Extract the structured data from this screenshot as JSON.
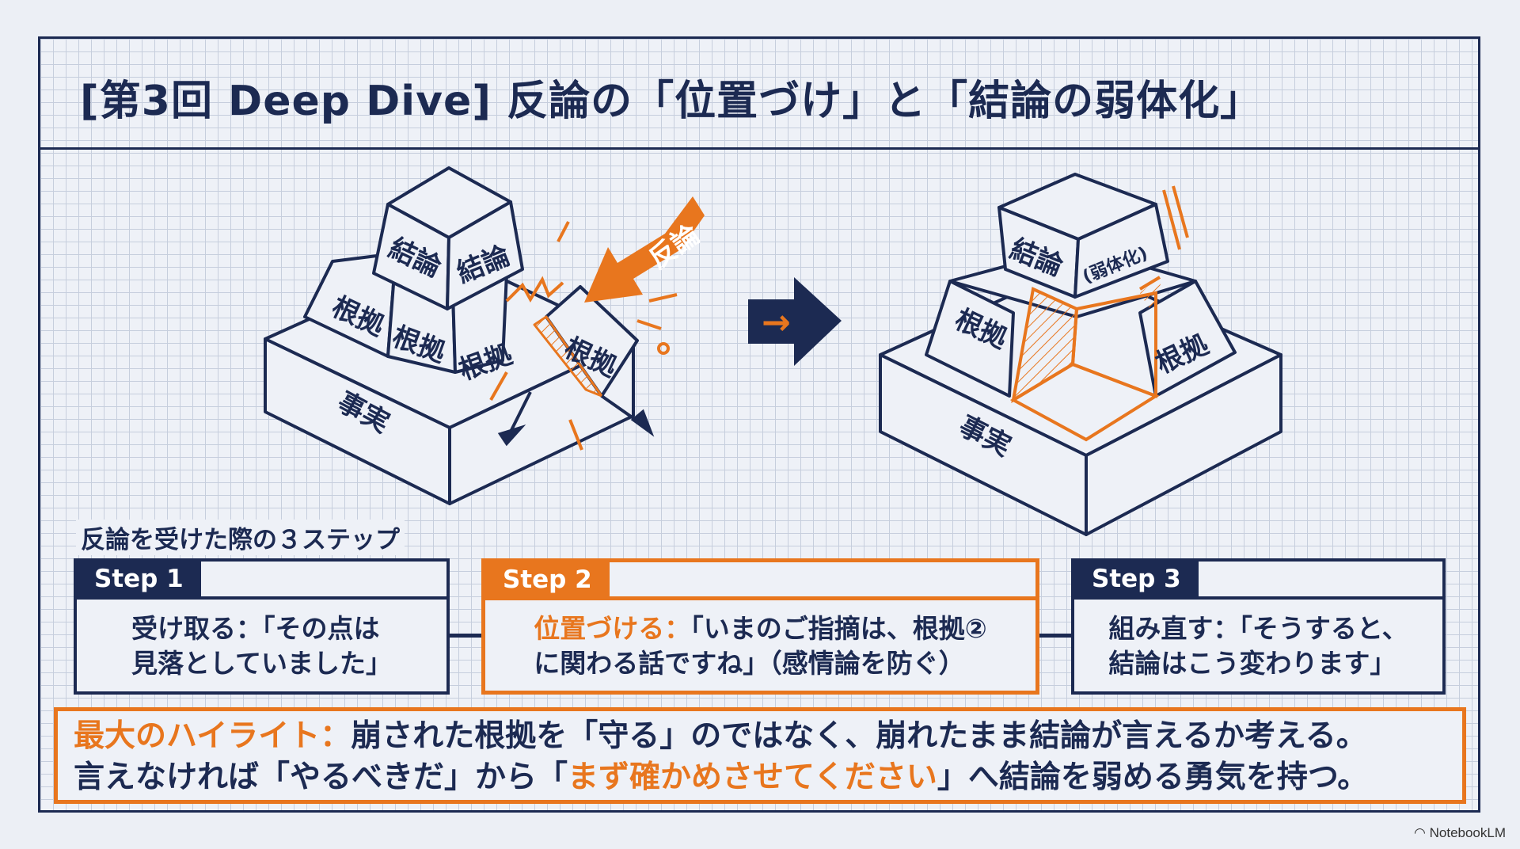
{
  "title": "[第3回 Deep Dive] 反論の「位置づけ」と「結論の弱体化」",
  "illustration": {
    "left_pyramid": {
      "top_blocks": [
        "結論",
        "結論"
      ],
      "middle_blocks": [
        "根拠",
        "根拠",
        "根拠"
      ],
      "base": "事実",
      "broken_block": "根拠",
      "attack_arrow": "反論"
    },
    "transition_arrow": "→",
    "right_pyramid": {
      "top_block": "結論",
      "top_block_note": "(弱体化)",
      "middle_blocks": [
        "根拠",
        "根拠"
      ],
      "base": "事実"
    },
    "colors": {
      "navy": "#1c2a52",
      "orange": "#e8761e",
      "paper": "#eef1f7",
      "grid": "#c6cedd"
    }
  },
  "steps_heading": "反論を受けた際の３ステップ",
  "steps": [
    {
      "label": "Step 1",
      "lead": "受け取る：",
      "line1_rest": "「その点は",
      "line2": "見落としていました」"
    },
    {
      "label": "Step 2",
      "lead": "位置づける：",
      "line1_rest": "「いまのご指摘は、根拠②",
      "line2": "に関わる話ですね」（感情論を防ぐ）"
    },
    {
      "label": "Step 3",
      "lead": "組み直す：",
      "line1_rest": "「そうすると、",
      "line2": "結論はこう変わります」"
    }
  ],
  "highlight": {
    "lead": "最大のハイライト：",
    "line1_rest": "崩された根拠を「守る」のではなく、崩れたまま結論が言えるか考える。",
    "line2_a": "言えなければ「やるべきだ」から「",
    "line2_emph": "まず確かめさせてください",
    "line2_b": "」へ結論を弱める勇気を持つ。"
  },
  "brand": "NotebookLM"
}
